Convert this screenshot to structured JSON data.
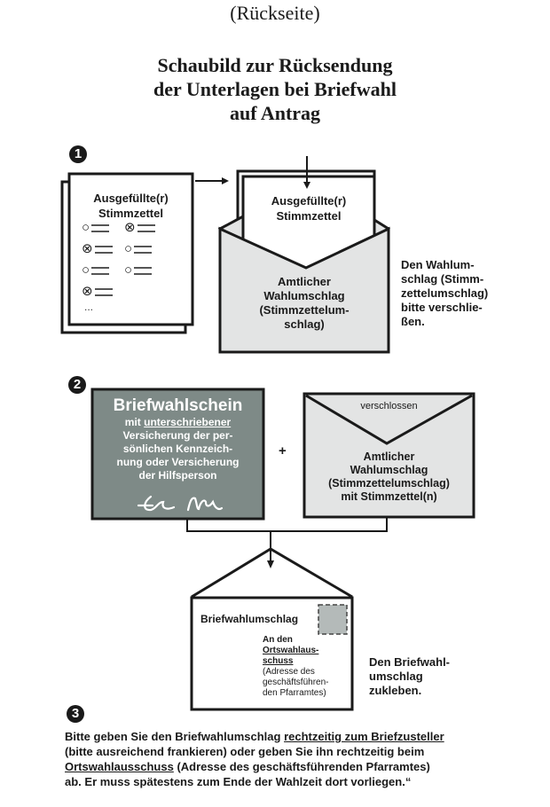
{
  "header": {
    "subtitle": "(Rückseite)",
    "title_lines": [
      "Schaubild zur Rücksendung",
      "der Unterlagen bei Briefwahl",
      "auf Antrag"
    ]
  },
  "step1": {
    "number": "1",
    "ballot_card": {
      "title_lines": [
        "Ausgefüllte(r)",
        "Stimmzettel"
      ],
      "options": [
        {
          "marked": false
        },
        {
          "marked": true
        },
        {
          "marked": true
        },
        {
          "marked": false
        },
        {
          "marked": false
        },
        {
          "marked": false
        },
        {
          "marked": true
        }
      ],
      "more": "..."
    },
    "envelope": {
      "insert_title_lines": [
        "Ausgefüllte(r)",
        "Stimmzettel"
      ],
      "label_lines": [
        "Amtlicher",
        "Wahlumschlag",
        "(Stimmzettelum-",
        "schlag)"
      ]
    },
    "note_lines": [
      "Den Wahlum-",
      "schlag (Stimm-",
      "zettelumschlag)",
      "bitte verschlie-",
      "ßen."
    ]
  },
  "step2": {
    "number": "2",
    "certificate": {
      "title": "Briefwahlschein",
      "lines": [
        "mit",
        "unterschriebener",
        "Versicherung der per-",
        "sönlichen Kennzeich-",
        "nung oder Versicherung",
        "der Hilfsperson"
      ],
      "signature": "signature"
    },
    "plus": "+",
    "sealed_envelope": {
      "flap_label": "verschlossen",
      "label_lines": [
        "Amtlicher",
        "Wahlumschlag",
        "(Stimmzettelumschlag)",
        "mit Stimmzettel(n)"
      ]
    }
  },
  "mail_envelope": {
    "title": "Briefwahlumschlag",
    "address_to": "An den",
    "recipient_lines": [
      "Ortswahlaus-",
      "schuss"
    ],
    "address_note_lines": [
      "(Adresse des",
      "geschäftsführen-",
      "den Pfarramtes)"
    ],
    "stamp": "stamp-placeholder",
    "note_lines": [
      "Den Briefwahl-",
      "umschlag",
      "zukleben."
    ]
  },
  "step3": {
    "number": "3",
    "text": {
      "p1": "Bitte geben Sie den Briefwahlumschlag ",
      "p1_u": "rechtzeitig zum Briefzusteller",
      "p2": "(bitte ausreichend frankieren) oder geben Sie ihn rechtzeitig beim",
      "p3_u": "Ortswahlausschuss",
      "p3": " (Adresse des geschäftsführenden Pfarramtes)",
      "p4": "ab. Er muss spätestens zum Ende der Wahlzeit dort vorliegen.“"
    }
  },
  "colors": {
    "ink": "#1a1a1a",
    "envelope_fill": "#e3e4e4",
    "card_fill": "#7e8a87",
    "stamp_fill": "#b4bab9"
  }
}
